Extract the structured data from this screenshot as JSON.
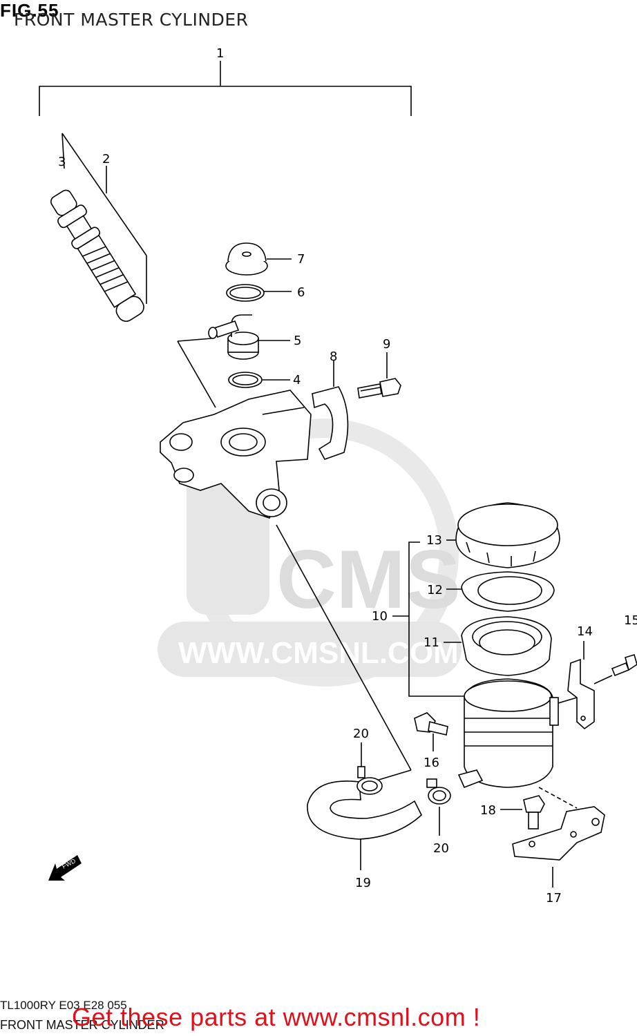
{
  "figure": {
    "number": "FIG.55",
    "title": "FRONT MASTER CYLINDER"
  },
  "watermark": {
    "brand": "CMS",
    "url": "WWW.CMSNL.COM"
  },
  "callouts": [
    "1",
    "2",
    "3",
    "4",
    "5",
    "6",
    "7",
    "8",
    "9",
    "10",
    "11",
    "12",
    "13",
    "14",
    "15",
    "16",
    "17",
    "18",
    "19",
    "20",
    "20"
  ],
  "arrow_label": "FWD",
  "footer": {
    "model": "TL1000RY E03 E28 055",
    "title": "FRONT MASTER CYLINDER",
    "promo": "Get these parts at www.cmsnl.com !",
    "promo_color": "#e0101a"
  },
  "colors": {
    "line": "#000000",
    "watermark": "#e6e6e6"
  }
}
